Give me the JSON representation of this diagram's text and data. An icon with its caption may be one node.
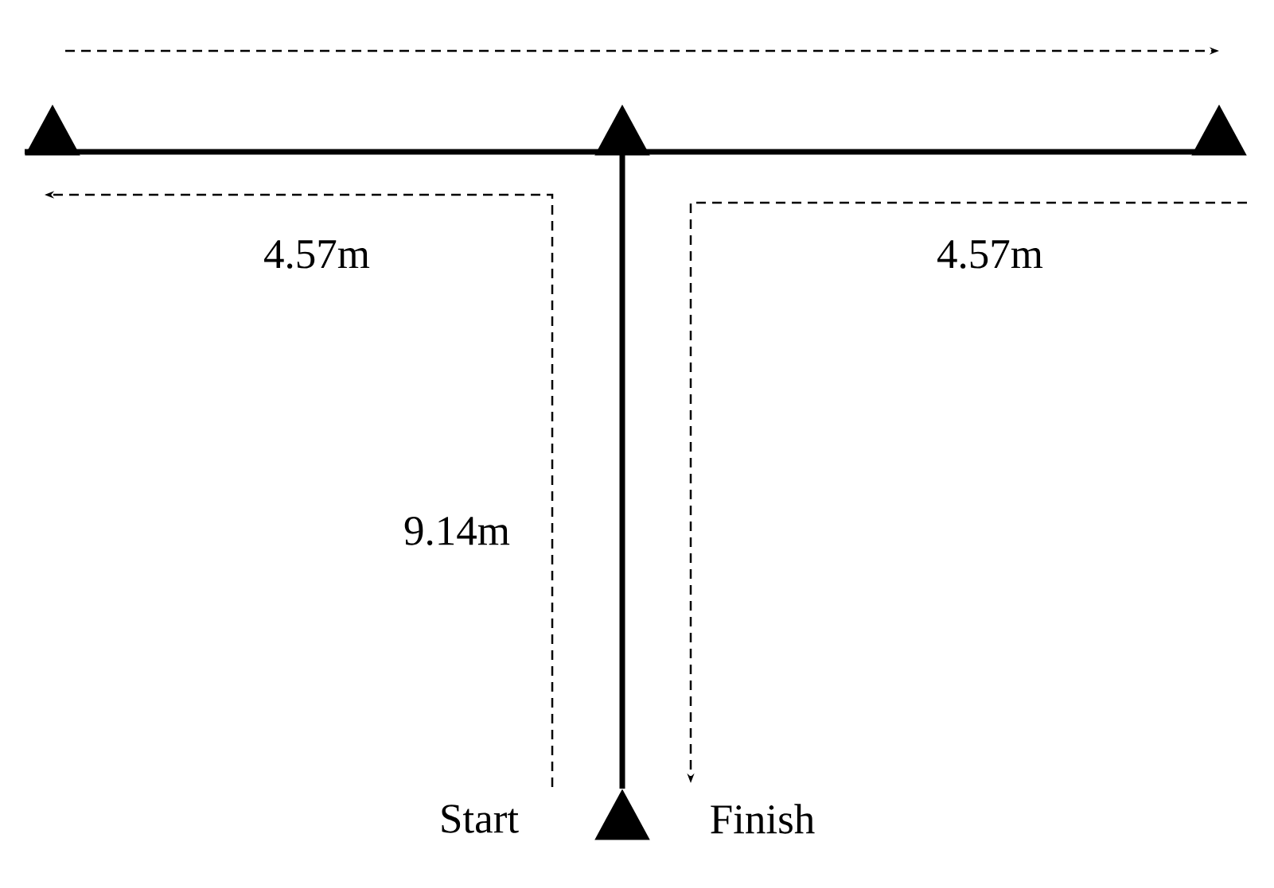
{
  "diagram": {
    "nodes": [
      {
        "text": [],
        "shape": "triangle"
      },
      {
        "text": [],
        "shape": "triangle"
      },
      {
        "text": [],
        "shape": "triangle"
      },
      {
        "text": [
          "Start"
        ]
      },
      {
        "text": [],
        "shape": "triangle"
      },
      {
        "text": [
          "Finish"
        ]
      }
    ],
    "edges": [
      {
        "from": 0,
        "to": 1,
        "arrow": "none",
        "style": "thick"
      },
      {
        "from": 1,
        "to": 2,
        "arrow": "none",
        "style": "thick"
      },
      {
        "from": 1,
        "to": 4,
        "arrow": "none",
        "style": "thick"
      },
      {
        "from": 3,
        "to": 0,
        "arrow": "to",
        "style": "dashed"
      },
      {
        "from": 0,
        "to": 2,
        "arrow": "to",
        "style": "dashed"
      },
      {
        "from": 2,
        "to": 5,
        "arrow": "to",
        "style": "dashed"
      }
    ],
    "labels": [
      "4.57m",
      "4.57m",
      "9.14m"
    ]
  }
}
